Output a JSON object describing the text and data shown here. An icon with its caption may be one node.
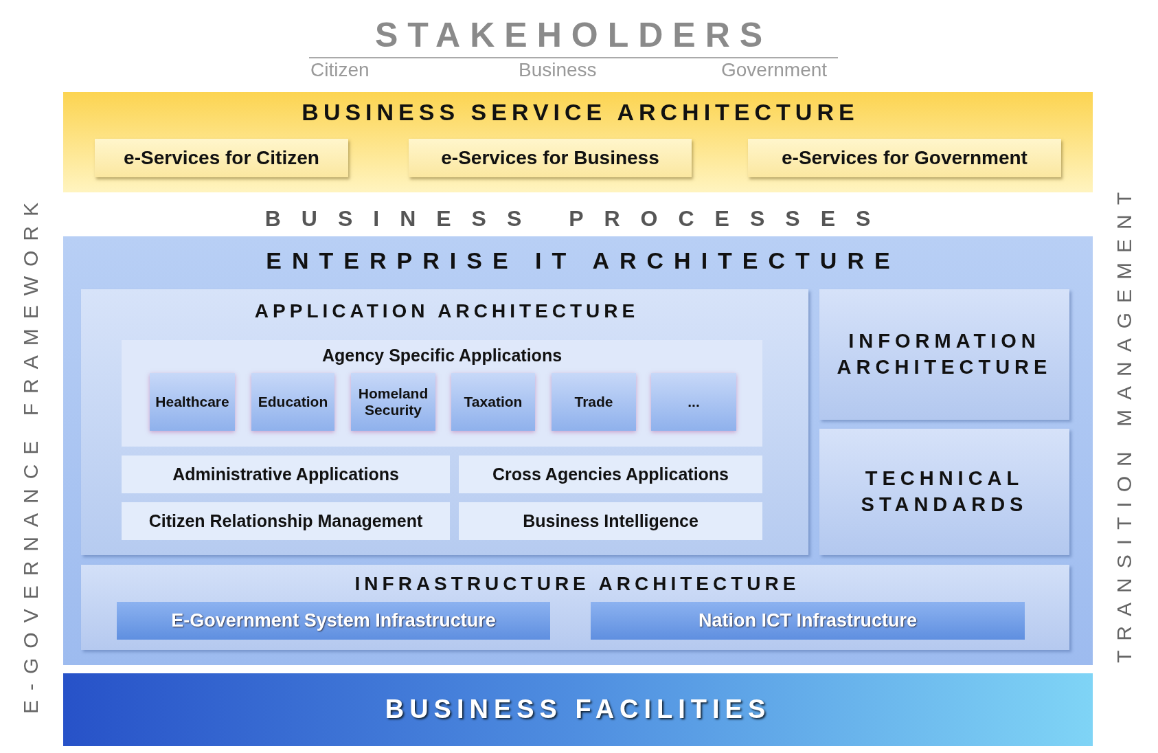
{
  "diagram": {
    "title": "STAKEHOLDERS",
    "nodes": [
      {
        "text": [
          "BUSINESS SERVICE ARCHITECTURE"
        ]
      },
      {
        "text": [
          "e-Services for Citizen"
        ],
        "in": 0
      },
      {
        "text": [
          "e-Services for Business"
        ],
        "in": 0
      },
      {
        "text": [
          "e-Services for Government"
        ],
        "in": 0
      },
      {
        "text": [
          "ENTERPRISE IT ARCHITECTURE"
        ]
      },
      {
        "text": [
          "APPLICATION ARCHITECTURE"
        ],
        "in": 4
      },
      {
        "text": [
          "Agency Specific Applications"
        ],
        "in": 5
      },
      {
        "text": [
          "Healthcare"
        ],
        "in": 6
      },
      {
        "text": [
          "Education"
        ],
        "in": 6
      },
      {
        "text": [
          "Homeland Security"
        ],
        "in": 6
      },
      {
        "text": [
          "Taxation"
        ],
        "in": 6
      },
      {
        "text": [
          "Trade"
        ],
        "in": 6
      },
      {
        "text": [
          "..."
        ],
        "in": 6
      },
      {
        "text": [
          "Administrative Applications"
        ],
        "in": 5
      },
      {
        "text": [
          "Cross Agencies Applications"
        ],
        "in": 5
      },
      {
        "text": [
          "Citizen Relationship Management"
        ],
        "in": 5
      },
      {
        "text": [
          "Business Intelligence"
        ],
        "in": 5
      },
      {
        "text": [
          "INFORMATION ARCHITECTURE"
        ],
        "in": 4
      },
      {
        "text": [
          "TECHNICAL STANDARDS"
        ],
        "in": 4
      },
      {
        "text": [
          "INFRASTRUCTURE ARCHITECTURE"
        ],
        "in": 4
      },
      {
        "text": [
          "E-Government System Infrastructure"
        ],
        "in": 19
      },
      {
        "text": [
          "Nation ICT Infrastructure"
        ],
        "in": 19
      },
      {
        "text": [
          "BUSINESS FACILITIES"
        ]
      }
    ],
    "edges": [],
    "labels": [
      "Citizen",
      "Business",
      "Government",
      "BUSINESS PROCESSES",
      "E-GOVERNANCE FRAMEWORK",
      "TRANSITION MANAGEMENT"
    ]
  }
}
